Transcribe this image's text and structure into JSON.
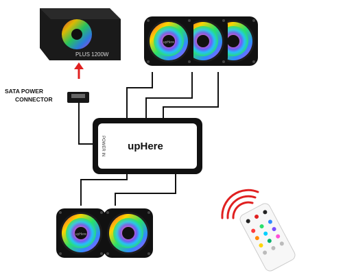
{
  "psu": {
    "model_text": "PLUS 1200W"
  },
  "labels": {
    "sata_line1": "SATA POWER",
    "sata_line2": "CONNECTOR"
  },
  "hub": {
    "brand": "upHere",
    "port_label": "POWER IN"
  },
  "fans": {
    "hub_text": "upHere"
  },
  "colors": {
    "arrow": "#e02020",
    "hub_fill": "#ffffff",
    "frame": "#111111"
  }
}
